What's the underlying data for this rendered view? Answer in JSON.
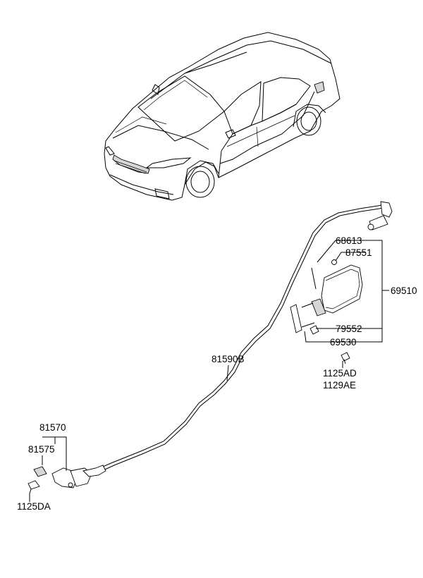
{
  "labels": {
    "p68613": "68613",
    "p87551": "87551",
    "p69510": "69510",
    "p79552": "79552",
    "p69530": "69530",
    "p1125AD": "1125AD",
    "p1129AE": "1129AE",
    "p81590B": "81590B",
    "p81570": "81570",
    "p81575": "81575",
    "p1125DA": "1125DA"
  }
}
